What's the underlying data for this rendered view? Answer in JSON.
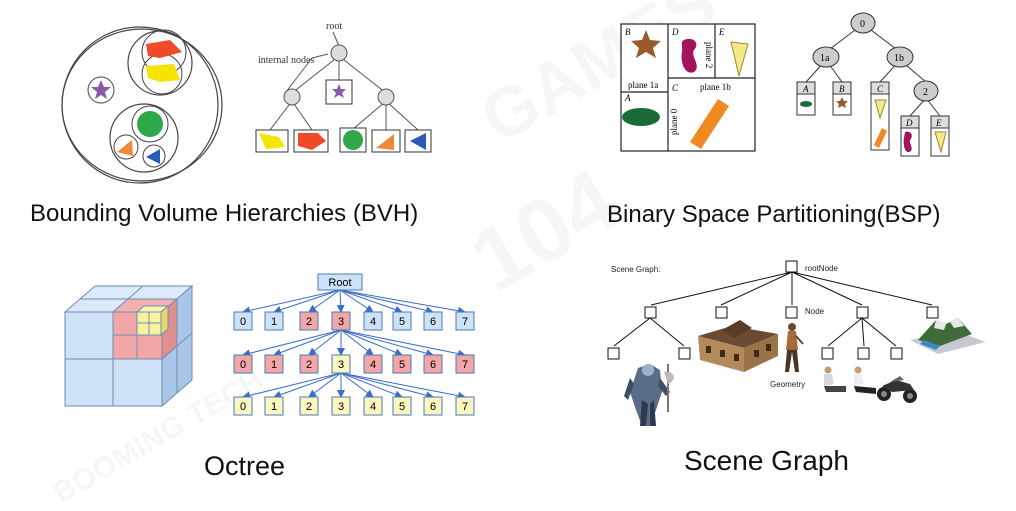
{
  "captions": {
    "bvh": "Bounding Volume Hierarchies (BVH)",
    "bsp": "Binary Space Partitioning(BSP)",
    "octree": "Octree",
    "scene_graph": "Scene Graph"
  },
  "bvh": {
    "root_label": "root",
    "internal_label": "internal nodes"
  },
  "bsp": {
    "cells": [
      "B",
      "D",
      "E",
      "A",
      "C"
    ],
    "planes": [
      "plane 1a",
      "plane 2",
      "plane 1b",
      "plane 0"
    ],
    "nodes": [
      "0",
      "1a",
      "1b",
      "2"
    ],
    "leaves": [
      "A",
      "B",
      "C",
      "D",
      "E"
    ]
  },
  "octree": {
    "root": "Root",
    "rows": [
      [
        "0",
        "1",
        "2",
        "3",
        "4",
        "5",
        "6",
        "7"
      ],
      [
        "0",
        "1",
        "2",
        "3",
        "4",
        "5",
        "6",
        "7"
      ],
      [
        "0",
        "1",
        "2",
        "3",
        "4",
        "5",
        "6",
        "7"
      ]
    ],
    "colors": {
      "blue": "#cde2f6",
      "pink": "#f3a6a6",
      "yellow": "#fbf5c0"
    }
  },
  "scene_graph": {
    "title": "Scene Graph:",
    "root_node": "rootNode",
    "node_label": "Node",
    "geometry_label": "Geometry"
  },
  "watermarks": [
    "GAMES",
    "104",
    "BOOMING TECH"
  ]
}
